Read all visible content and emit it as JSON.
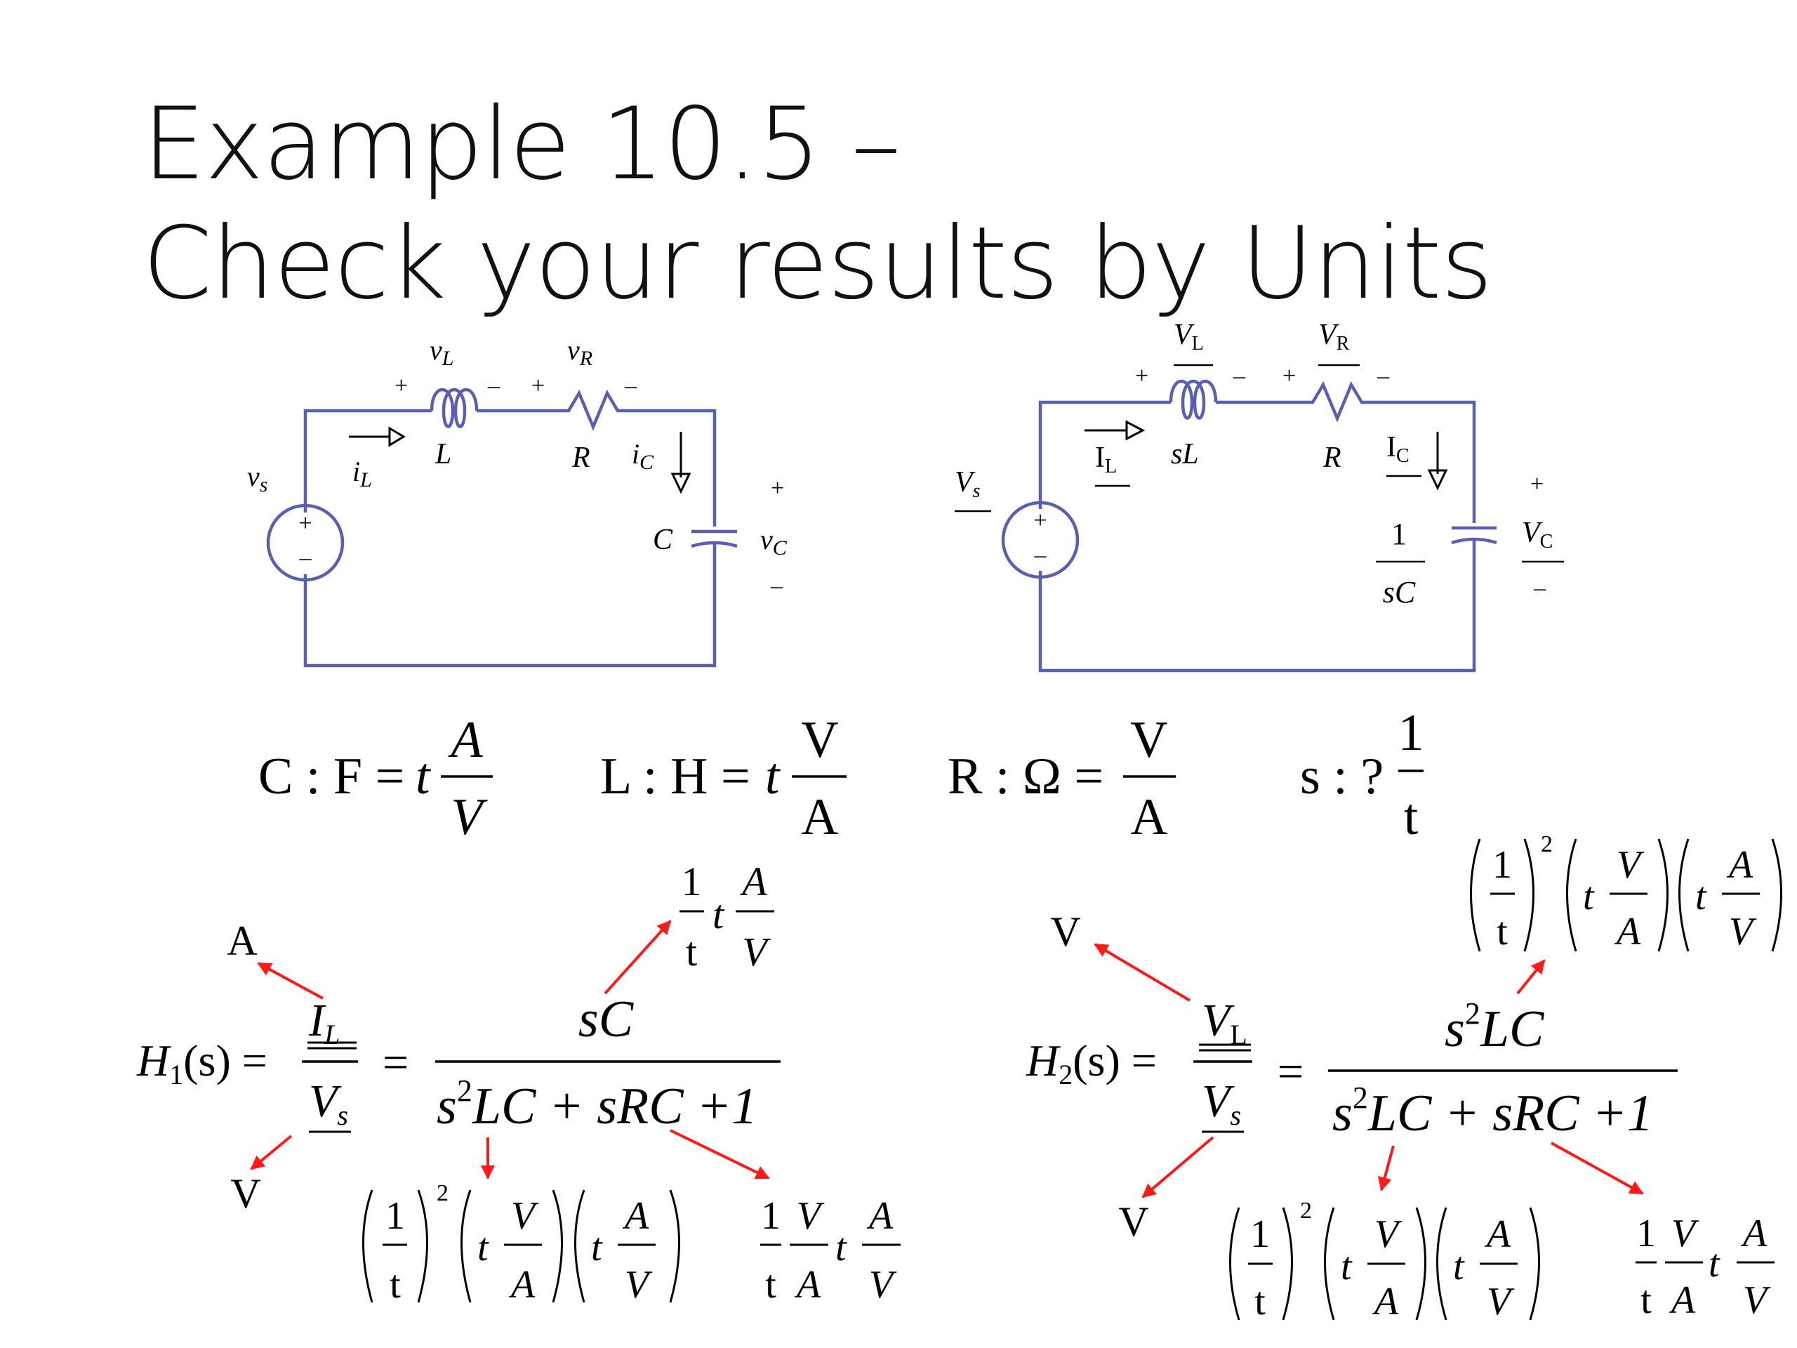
{
  "title": {
    "line1": "Example 10.5 –",
    "line2": "Check your results by Units"
  },
  "circuit_time": {
    "vL": "v",
    "vL_sub": "L",
    "vR": "v",
    "vR_sub": "R",
    "plus": "+",
    "minus": "–",
    "iL": "i",
    "iL_sub": "L",
    "L": "L",
    "R": "R",
    "iC": "i",
    "iC_sub": "C",
    "C": "C",
    "vC": "v",
    "vC_sub": "C",
    "vs": "v",
    "vs_sub": "s"
  },
  "circuit_s": {
    "VL": "V",
    "VL_sub": "L",
    "VR": "V",
    "VR_sub": "R",
    "plus": "+",
    "minus": "–",
    "IL": "I",
    "IL_sub": "L",
    "sL": "sL",
    "R": "R",
    "IC": "I",
    "IC_sub": "C",
    "one": "1",
    "sC": "sC",
    "VC": "V",
    "VC_sub": "C",
    "Vs": "V",
    "Vs_sub": "s"
  },
  "units": {
    "C_label": "C : F =",
    "C_t": "t",
    "C_num": "A",
    "C_den": "V",
    "L_label": "L : H =",
    "L_t": "t",
    "L_num": "V",
    "L_den": "A",
    "R_label": "R : Ω =",
    "R_num": "V",
    "R_den": "A",
    "s_label": "s : ?",
    "s_num": "1",
    "s_den": "t"
  },
  "h1": {
    "H": "H",
    "H_sub": "1",
    "arg": "(s) =",
    "num_I": "I",
    "num_I_sub": "L",
    "den_V": "V",
    "den_V_sub": "s",
    "eq": "=",
    "rhs_num": "sC",
    "rhs_den": "s",
    "rhs_den_exp": "2",
    "rhs_den_rest": "LC + sRC +1",
    "unit_A": "A",
    "unit_V": "V",
    "sc_one": "1",
    "sc_t_den": "t",
    "sc_t": "t",
    "sc_A": "A",
    "sc_V": "V",
    "lc_one": "1",
    "lc_t": "t",
    "lc_exp": "2",
    "lc_ti": "t",
    "lc_V": "V",
    "lc_A": "A",
    "lc_A2": "A",
    "lc_V2": "V",
    "rc_one": "1",
    "rc_t": "t",
    "rc_V": "V",
    "rc_A": "A",
    "rc_ti": "t",
    "rc_A2": "A",
    "rc_V2": "V"
  },
  "h2": {
    "H": "H",
    "H_sub": "2",
    "arg": "(s) =",
    "num_V": "V",
    "num_V_sub": "L",
    "den_V": "V",
    "den_V_sub": "s",
    "eq": "=",
    "rhs_num_s": "s",
    "rhs_num_exp": "2",
    "rhs_num_rest": "LC",
    "rhs_den": "s",
    "rhs_den_exp": "2",
    "rhs_den_rest": "LC + sRC +1",
    "unit_V_top": "V",
    "unit_V_bot": "V",
    "top_one": "1",
    "top_t": "t",
    "top_exp": "2",
    "top_ti": "t",
    "top_V": "V",
    "top_A": "A",
    "top_A2": "A",
    "top_V2": "V",
    "lc_one": "1",
    "lc_t": "t",
    "lc_exp": "2",
    "lc_ti": "t",
    "lc_V": "V",
    "lc_A": "A",
    "lc_A2": "A",
    "lc_V2": "V",
    "rc_one": "1",
    "rc_t": "t",
    "rc_V": "V",
    "rc_A": "A",
    "rc_ti": "t",
    "rc_A2": "A",
    "rc_V2": "V"
  }
}
